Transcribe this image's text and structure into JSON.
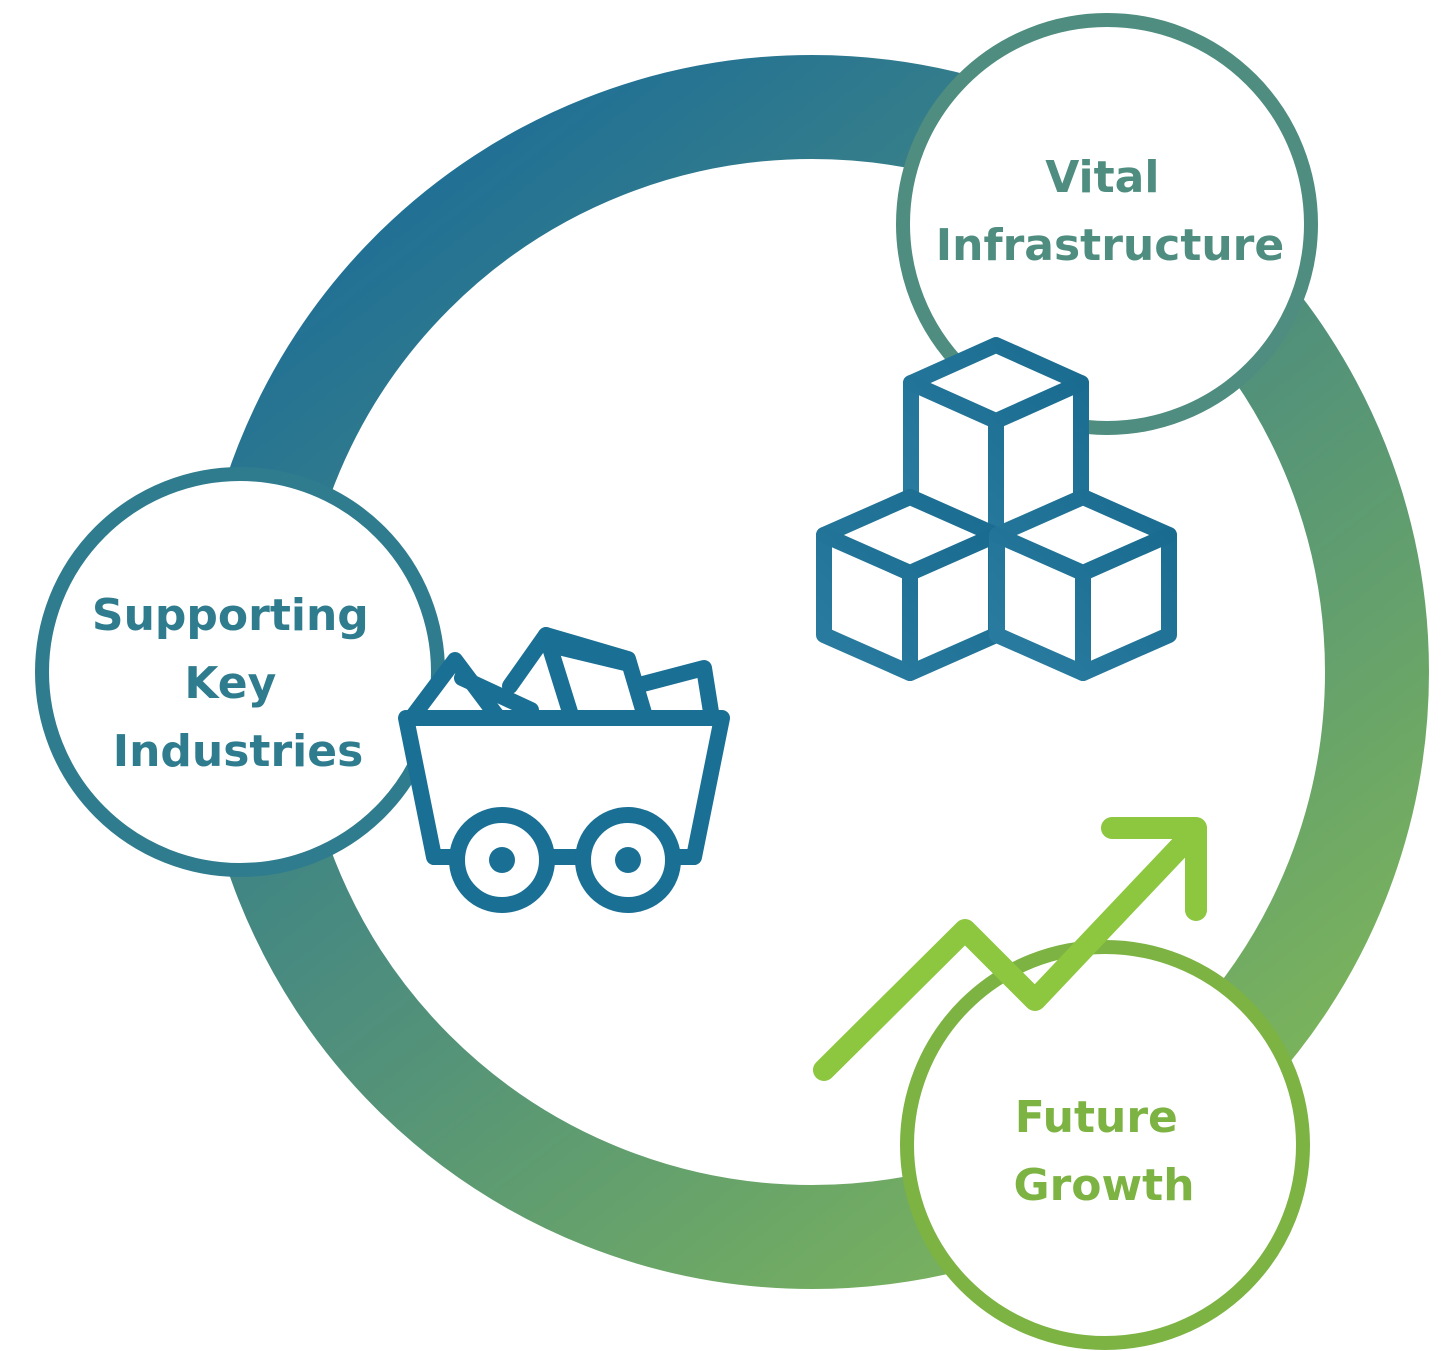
{
  "nodes": {
    "infrastructure": {
      "line1": "Vital",
      "line2": "Infrastructure"
    },
    "industries": {
      "line1": "Supporting",
      "line2": "Key",
      "line3": "Industries"
    },
    "growth": {
      "line1": "Future",
      "line2": "Growth"
    }
  },
  "icons": [
    "stacked-cubes-icon",
    "mine-cart-icon",
    "growth-arrow-icon"
  ],
  "colors": {
    "ring_gradient_start": "#1f6f96",
    "ring_gradient_end": "#7db55a",
    "infrastructure": "#4e8d7f",
    "industries": "#2f7c8e",
    "growth": "#7cb342",
    "icon_blue": "#1a6f94",
    "arrow_green": "#8dc63f"
  }
}
